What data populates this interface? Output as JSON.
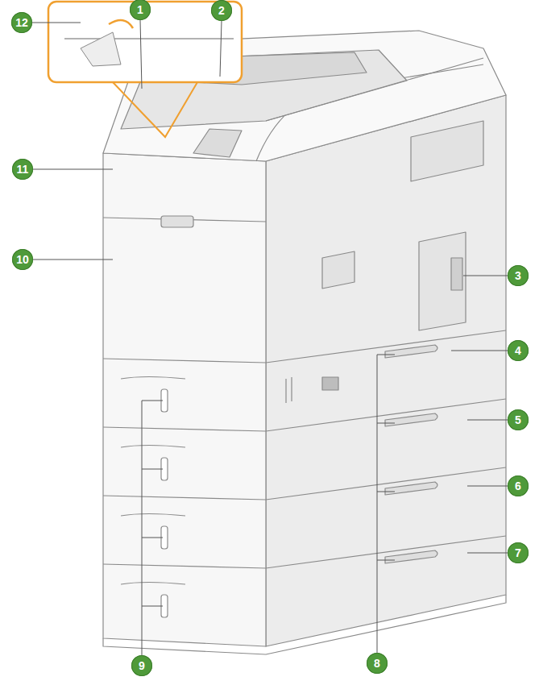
{
  "diagram": {
    "labels": [
      "12",
      "1",
      "2",
      "11",
      "10",
      "3",
      "4",
      "5",
      "6",
      "7",
      "8",
      "9"
    ]
  }
}
